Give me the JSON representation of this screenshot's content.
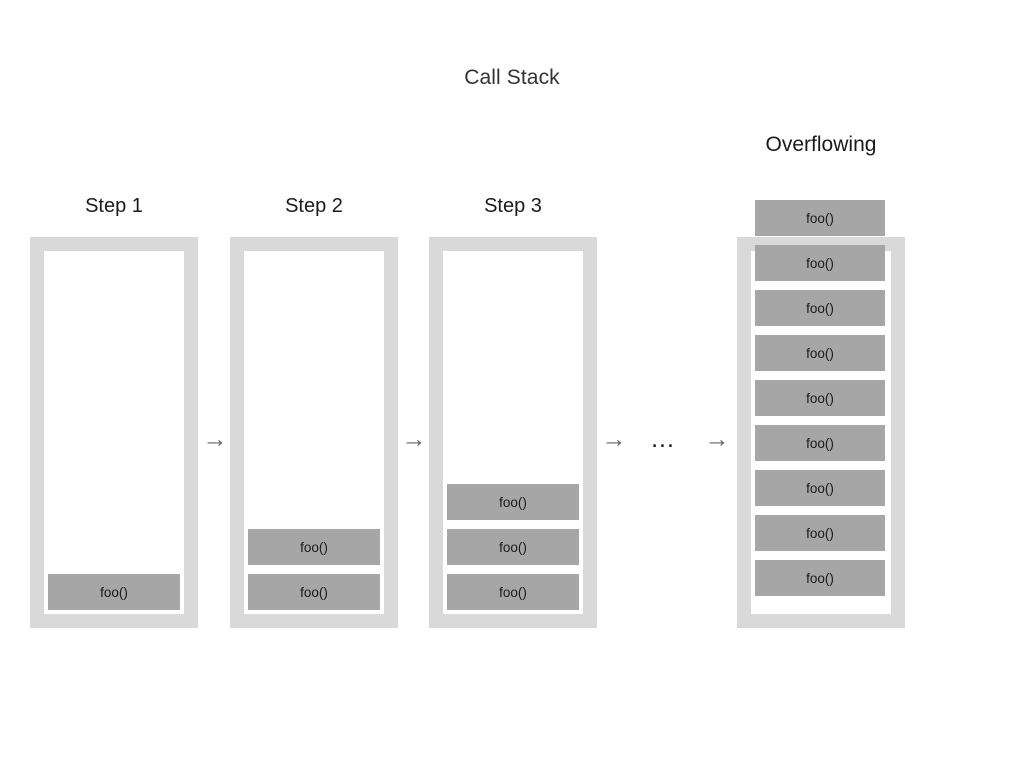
{
  "title": "Call Stack",
  "overflow_label": "Overflowing",
  "colors": {
    "container_border": "#d9d9d9",
    "container_fill": "#ffffff",
    "frame_fill": "#a6a6a6",
    "text": "#1a1a1a",
    "arrow": "#666666",
    "background": "#ffffff"
  },
  "frame_label": "foo()",
  "columns": [
    {
      "id": "step-1",
      "label": "Step 1",
      "frame_count": 1,
      "overflowing": false,
      "frames": [
        "foo()"
      ]
    },
    {
      "id": "step-2",
      "label": "Step 2",
      "frame_count": 2,
      "overflowing": false,
      "frames": [
        "foo()",
        "foo()"
      ]
    },
    {
      "id": "step-3",
      "label": "Step 3",
      "frame_count": 3,
      "overflowing": false,
      "frames": [
        "foo()",
        "foo()",
        "foo()"
      ]
    },
    {
      "id": "overflowing",
      "label": "Overflowing",
      "frame_count": 9,
      "overflowing": true,
      "frames": [
        "foo()",
        "foo()",
        "foo()",
        "foo()",
        "foo()",
        "foo()",
        "foo()",
        "foo()",
        "foo()"
      ]
    }
  ],
  "connectors": [
    {
      "id": "arrow-1",
      "glyph": "→"
    },
    {
      "id": "arrow-2",
      "glyph": "→"
    },
    {
      "id": "arrow-3",
      "glyph": "→"
    },
    {
      "id": "ellipsis",
      "glyph": "..."
    },
    {
      "id": "arrow-4",
      "glyph": "→"
    }
  ]
}
